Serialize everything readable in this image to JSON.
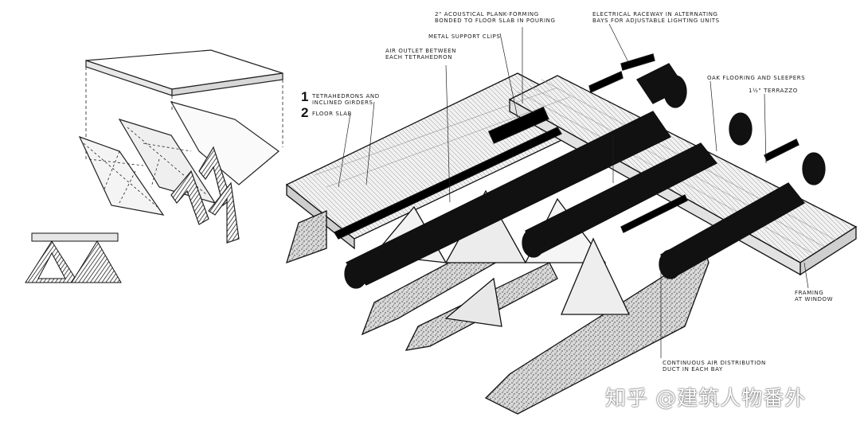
{
  "labels": {
    "acoustical": [
      "2\" ACOUSTICAL PLANK-FORMING",
      "BONDED TO FLOOR SLAB IN POURING"
    ],
    "electrical": [
      "ELECTRICAL RACEWAY IN ALTERNATING",
      "BAYS FOR ADJUSTABLE LIGHTING UNITS"
    ],
    "metal_clips": "METAL SUPPORT CLIPS",
    "air_outlet": [
      "AIR OUTLET BETWEEN",
      "EACH TETRAHEDRON"
    ],
    "oak_flooring": "OAK FLOORING AND SLEEPERS",
    "terrazzo": "1½\" TERRAZZO",
    "tetrahedron": [
      "TETRAHEDRONS AND",
      "INCLINED GIRDERS"
    ],
    "floor_slab": "FLOOR SLAB",
    "framing": [
      "FRAMING",
      "AT WINDOW"
    ],
    "air_distribution": [
      "CONTINUOUS AIR DISTRIBUTION",
      "DUCT IN EACH BAY"
    ],
    "number_1": "1",
    "number_2": "2"
  },
  "watermark": "知乎 @建筑人物番外"
}
